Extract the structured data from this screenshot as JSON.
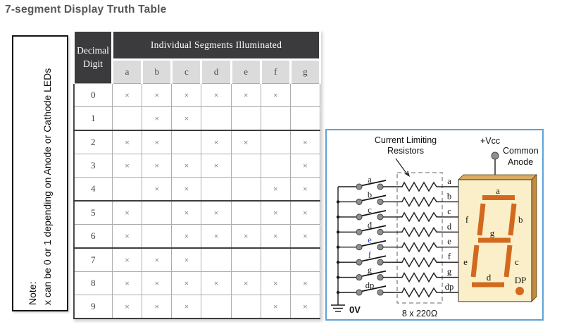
{
  "title": "7-segment Display Truth Table",
  "note": {
    "heading": "Note:",
    "body": "x can be 0 or 1 depending on Anode or Cathode LEDs"
  },
  "table": {
    "corner_header": "Decimal Digit",
    "group_header": "Individual Segments Illuminated",
    "columns": [
      "a",
      "b",
      "c",
      "d",
      "e",
      "f",
      "g"
    ],
    "mark_symbol": "×",
    "rows": [
      {
        "digit": "0",
        "cells": [
          "×",
          "×",
          "×",
          "×",
          "×",
          "×",
          ""
        ]
      },
      {
        "digit": "1",
        "cells": [
          "",
          "×",
          "×",
          "",
          "",
          "",
          ""
        ]
      },
      {
        "digit": "2",
        "cells": [
          "×",
          "×",
          "",
          "×",
          "×",
          "",
          "×"
        ]
      },
      {
        "digit": "3",
        "cells": [
          "×",
          "×",
          "×",
          "×",
          "",
          "",
          "×"
        ]
      },
      {
        "digit": "4",
        "cells": [
          "",
          "×",
          "×",
          "",
          "",
          "×",
          "×"
        ]
      },
      {
        "digit": "5",
        "cells": [
          "×",
          "",
          "×",
          "×",
          "",
          "×",
          "×"
        ]
      },
      {
        "digit": "6",
        "cells": [
          "×",
          "",
          "×",
          "×",
          "×",
          "×",
          "×"
        ]
      },
      {
        "digit": "7",
        "cells": [
          "×",
          "×",
          "×",
          "",
          "",
          "",
          ""
        ]
      },
      {
        "digit": "8",
        "cells": [
          "×",
          "×",
          "×",
          "×",
          "×",
          "×",
          "×"
        ]
      },
      {
        "digit": "9",
        "cells": [
          "×",
          "×",
          "×",
          "",
          "",
          "×",
          "×"
        ]
      }
    ]
  },
  "circuit": {
    "annotation_line1": "Current Limiting",
    "annotation_line2": "Resistors",
    "vcc_label": "+Vcc",
    "anode_line1": "Common",
    "anode_line2": "Anode",
    "ground_label": "0V",
    "resistor_value_label": "8 x 220Ω",
    "switches": [
      {
        "label": "a",
        "color": "#1c1c1c"
      },
      {
        "label": "b",
        "color": "#1c1c1c"
      },
      {
        "label": "c",
        "color": "#1c1c1c"
      },
      {
        "label": "d",
        "color": "#1c1c1c"
      },
      {
        "label": "e",
        "color": "#2b35c0"
      },
      {
        "label": "f",
        "color": "#2b35c0"
      },
      {
        "label": "g",
        "color": "#1c1c1c"
      },
      {
        "label": "dp",
        "color": "#1c1c1c"
      }
    ],
    "pins": [
      "a",
      "b",
      "c",
      "d",
      "e",
      "f",
      "g",
      "dp"
    ],
    "display": {
      "labels": {
        "a": "a",
        "b": "b",
        "c": "c",
        "d": "d",
        "e": "e",
        "f": "f",
        "g": "g",
        "dp": "DP"
      },
      "segment_color": "#D2691E",
      "body_color": "#FBEFC9"
    },
    "panel_border_color": "#5ba3d9"
  }
}
